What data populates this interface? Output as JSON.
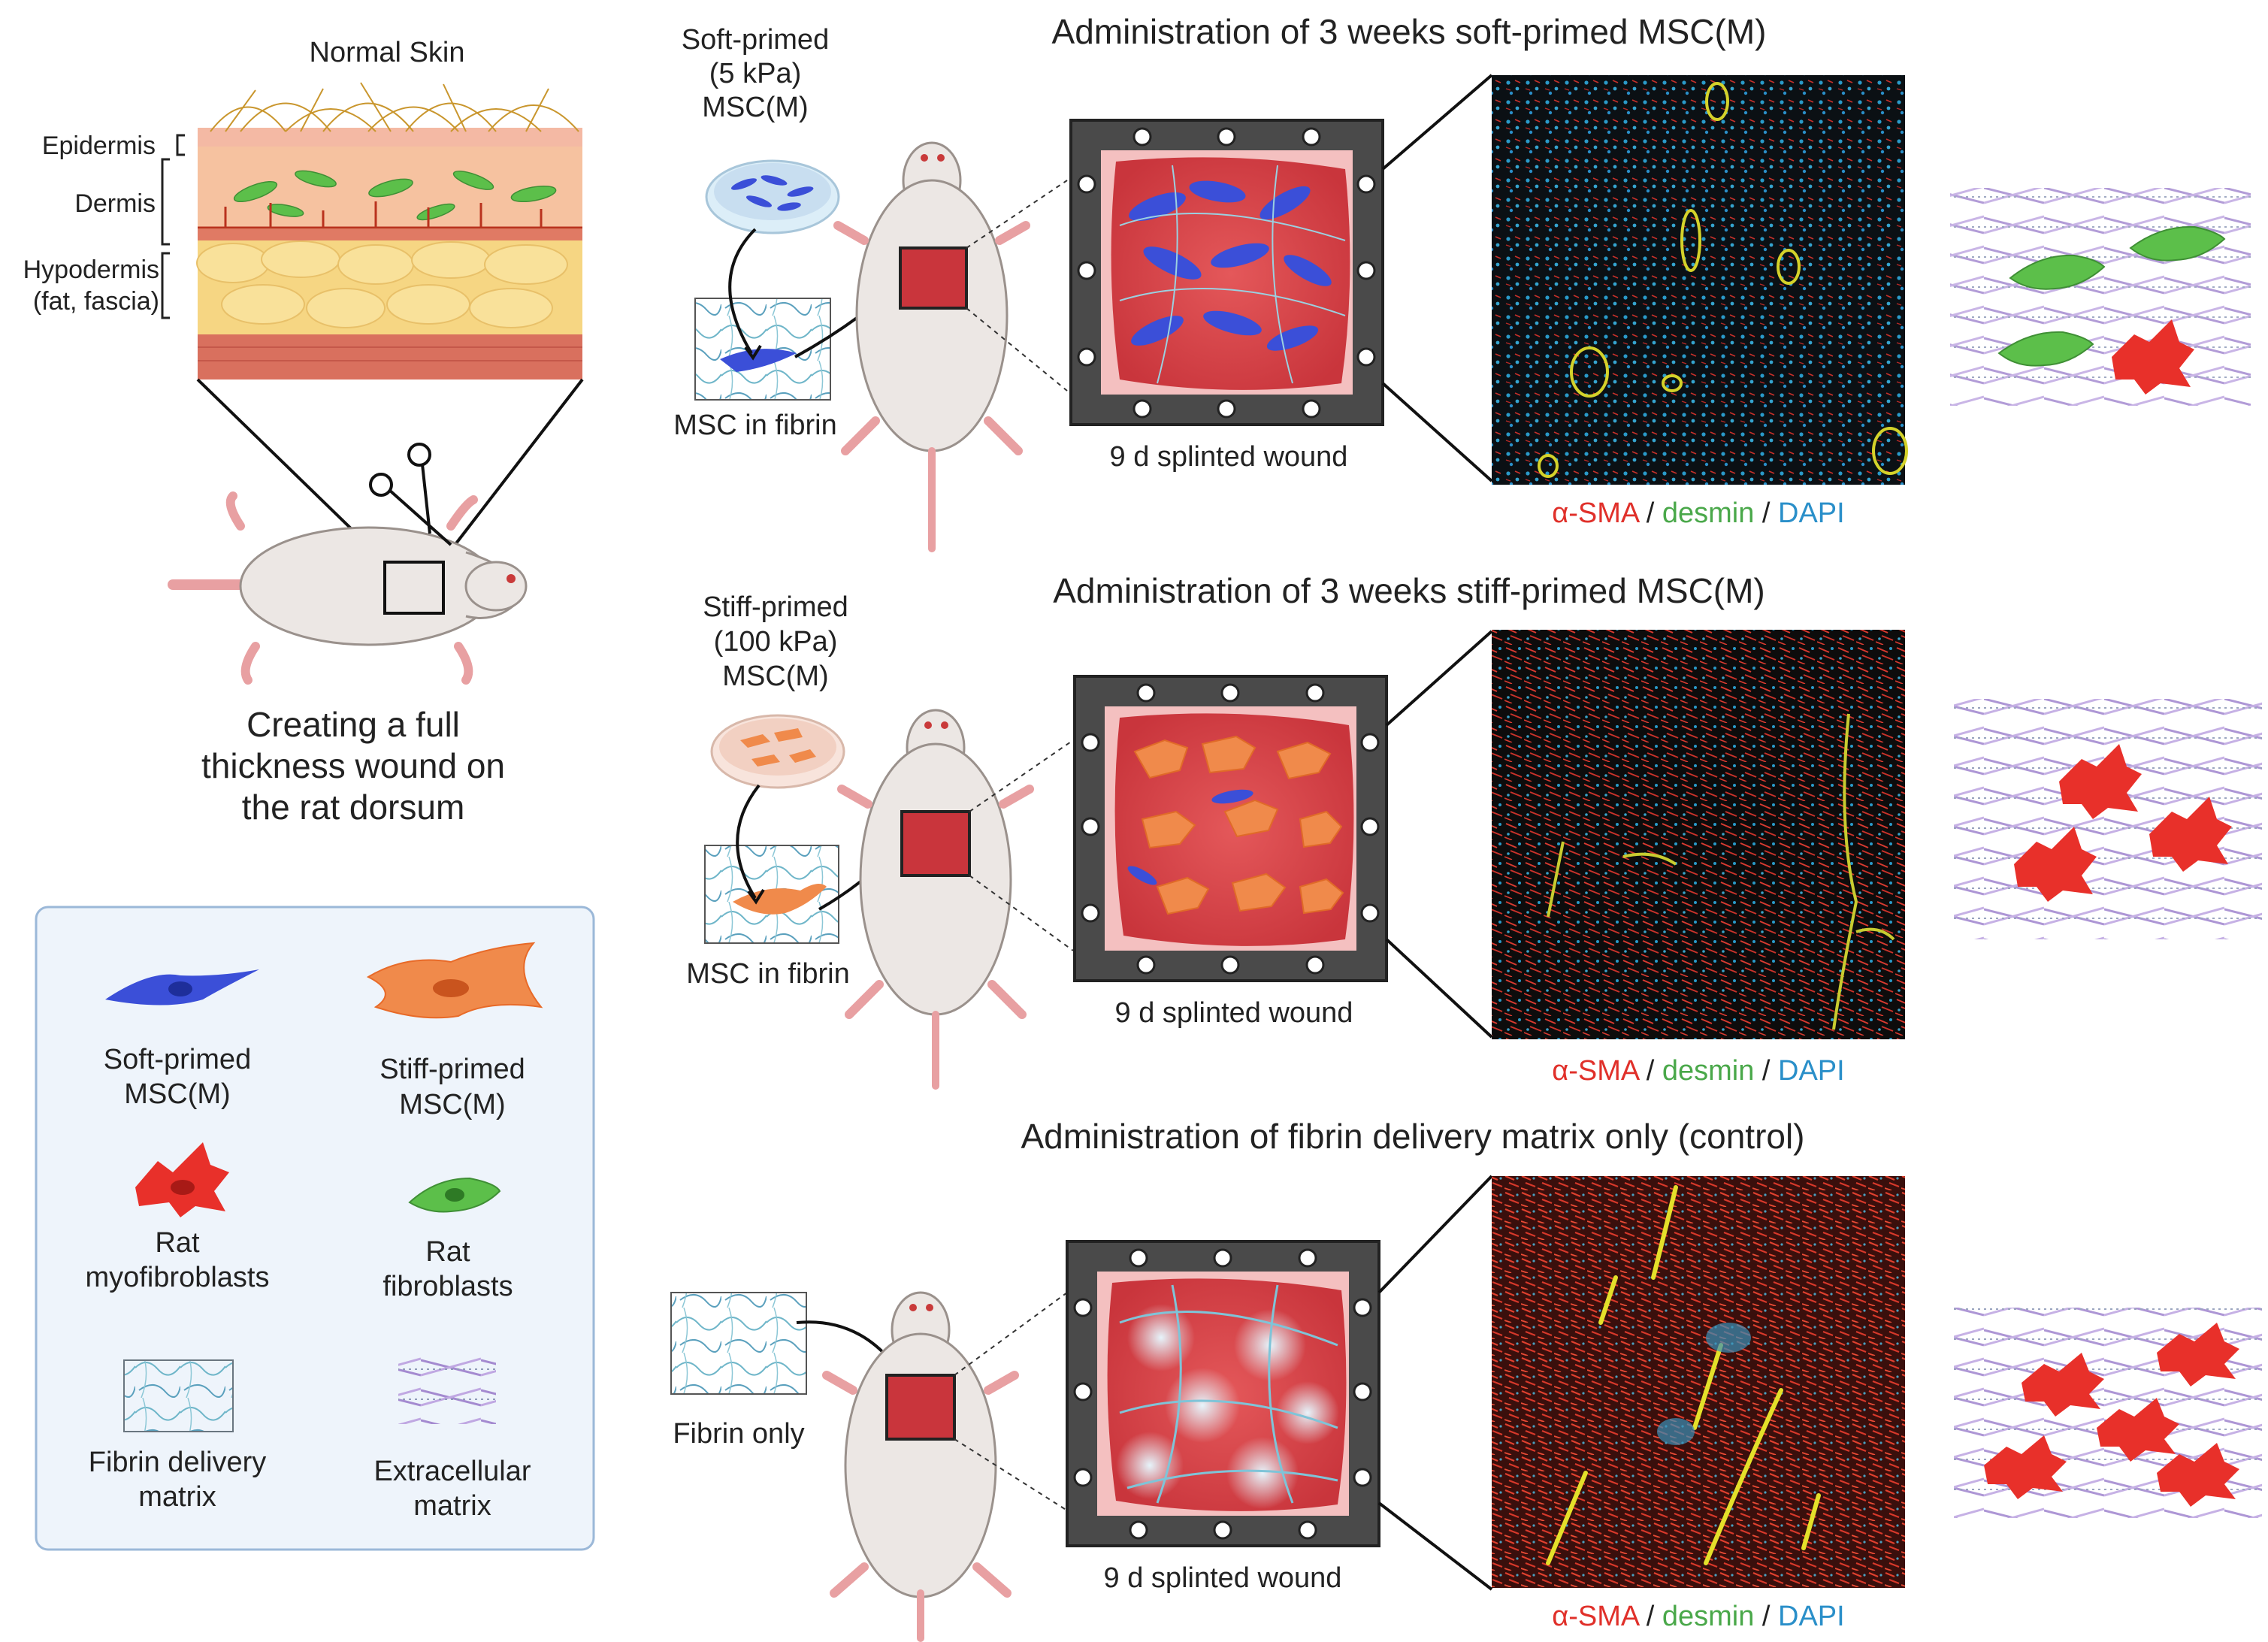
{
  "skin": {
    "title": "Normal Skin",
    "layers": [
      "Epidermis",
      "Dermis",
      "Hypodermis",
      "(fat, fascia)"
    ]
  },
  "wound_caption": [
    "Creating a full",
    "thickness wound on",
    "the rat dorsum"
  ],
  "legend": {
    "items": [
      {
        "lines": [
          "Soft-primed",
          "MSC(M)"
        ]
      },
      {
        "lines": [
          "Stiff-primed",
          "MSC(M)"
        ]
      },
      {
        "lines": [
          "Rat",
          "myofibroblasts"
        ]
      },
      {
        "lines": [
          "Rat",
          "fibroblasts"
        ]
      },
      {
        "lines": [
          "Fibrin delivery",
          "matrix"
        ]
      },
      {
        "lines": [
          "Extracellular",
          "matrix"
        ]
      }
    ]
  },
  "rows": [
    {
      "title": "Administration of 3 weeks soft-primed MSC(M)",
      "dish_label": [
        "Soft-primed",
        "(5 kPa)",
        "MSC(M)"
      ],
      "fibrin_label": "MSC in fibrin",
      "wound_label": "9 d splinted wound"
    },
    {
      "title": "Administration of 3 weeks stiff-primed MSC(M)",
      "dish_label": [
        "Stiff-primed",
        "(100 kPa)",
        "MSC(M)"
      ],
      "fibrin_label": "MSC in fibrin",
      "wound_label": "9 d splinted wound"
    },
    {
      "title": "Administration of fibrin delivery matrix only (control)",
      "dish_label": [],
      "fibrin_label": "Fibrin only",
      "wound_label": "9 d splinted wound"
    }
  ],
  "stain": {
    "a": "α-SMA",
    "sep": " / ",
    "b": "desmin",
    "c": "DAPI"
  },
  "colors": {
    "soft_msc": "#3b4fd8",
    "stiff_msc": "#f08a4b",
    "myofibroblast": "#e8302a",
    "fibroblast": "#5cbf4a",
    "alpha_sma": "#e0302a",
    "desmin": "#4aa84a",
    "dapi": "#2a8fc9",
    "legend_bg": "#eef4fb",
    "legend_border": "#9bb8d8"
  }
}
